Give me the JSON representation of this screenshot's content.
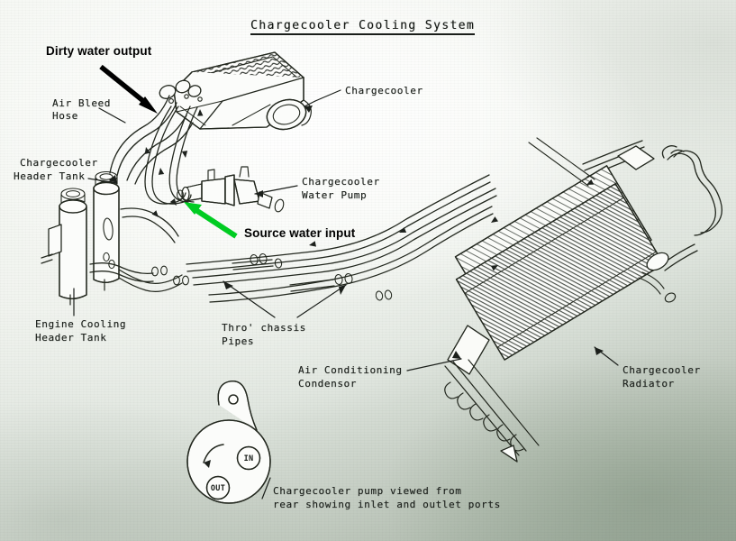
{
  "document": {
    "title": "Chargecooler Cooling System",
    "background_color": "#eef1ec",
    "ink_color": "#1b1f1b",
    "annotation_color": "#000000",
    "highlight_color": "#00cc22"
  },
  "labels": {
    "chargecooler": "Chargecooler",
    "air_bleed_hose_line1": "Air Bleed",
    "air_bleed_hose_line2": "Hose",
    "chargecooler_header_tank_line1": "Chargecooler",
    "chargecooler_header_tank_line2": "Header Tank",
    "chargecooler_water_pump_line1": "Chargecooler",
    "chargecooler_water_pump_line2": "Water Pump",
    "engine_cooling_header_tank_line1": "Engine Cooling",
    "engine_cooling_header_tank_line2": "Header Tank",
    "thro_chassis_pipes_line1": "Thro' chassis",
    "thro_chassis_pipes_line2": "Pipes",
    "air_conditioning_condensor_line1": "Air Conditioning",
    "air_conditioning_condensor_line2": "Condensor",
    "chargecooler_radiator_line1": "Chargecooler",
    "chargecooler_radiator_line2": "Radiator",
    "pump_caption_line1": "Chargecooler pump viewed from",
    "pump_caption_line2": "rear showing inlet and outlet ports"
  },
  "annotations": [
    {
      "id": "dirty-water-output",
      "text": "Dirty water output",
      "arrow_color": "#000000"
    },
    {
      "id": "source-water-input",
      "text": "Source water input",
      "arrow_color": "#00cc22"
    }
  ],
  "pump_detail": {
    "inlet_port": "IN",
    "outlet_port": "OUT"
  }
}
